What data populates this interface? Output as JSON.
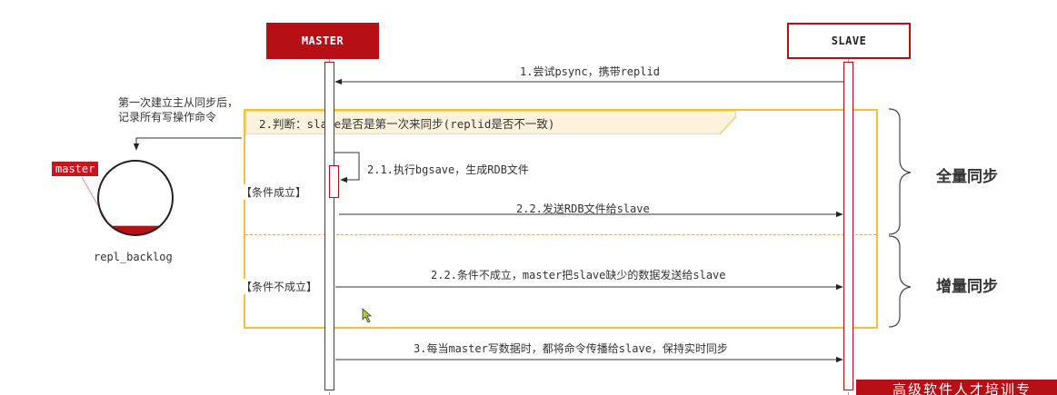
{
  "participants": {
    "master": "MASTER",
    "slave": "SLAVE"
  },
  "messages": {
    "m1": "1.尝试psync，携带replid",
    "judge": "2.判断：slave是否是第一次来同步(replid是否不一致)",
    "m21": "2.1.执行bgsave，生成RDB文件",
    "m22a": "2.2.发送RDB文件给slave",
    "m22b": "2.2.条件不成立，master把slave缺少的数据发送给slave",
    "m3": "3.每当master写数据时，都将命令传播给slave，保持实时同步"
  },
  "conditions": {
    "yes": "【条件成立】",
    "no": "【条件不成立】"
  },
  "sections": {
    "full": "全量同步",
    "incremental": "增量同步"
  },
  "backlog": {
    "note_line1": "第一次建立主从同步后，",
    "note_line2": "记录所有写操作命令",
    "tag": "master",
    "label": "repl_backlog",
    "fill_fraction": 0.12
  },
  "banner": "高级软件人才培训专",
  "colors": {
    "accent": "#b70f16",
    "frame": "#f0c040",
    "judge_bg": "#fdf3dc"
  }
}
